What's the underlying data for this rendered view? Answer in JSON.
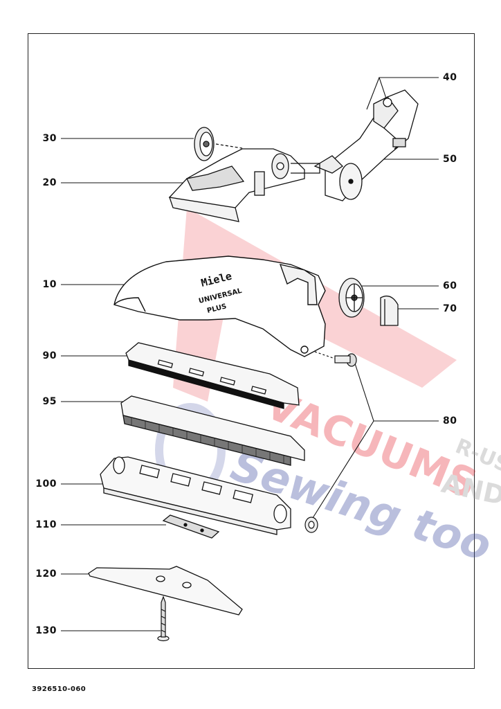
{
  "callouts": {
    "c10": "10",
    "c20": "20",
    "c30": "30",
    "c40": "40",
    "c50": "50",
    "c60": "60",
    "c70": "70",
    "c80": "80",
    "c90": "90",
    "c95": "95",
    "c100": "100",
    "c110": "110",
    "c120": "120",
    "c130": "130"
  },
  "housing_text": {
    "brand": "Miele",
    "model_line1": "UNIVERSAL",
    "model_line2": "PLUS"
  },
  "watermark": {
    "text_main": "VACUUMS",
    "text_r": "R-US",
    "text_and": "AND",
    "text_sewing": "Sewing too",
    "color_red": "#e8323c",
    "color_blue": "#3b4aa0"
  },
  "document": {
    "number": "3926510-060"
  }
}
